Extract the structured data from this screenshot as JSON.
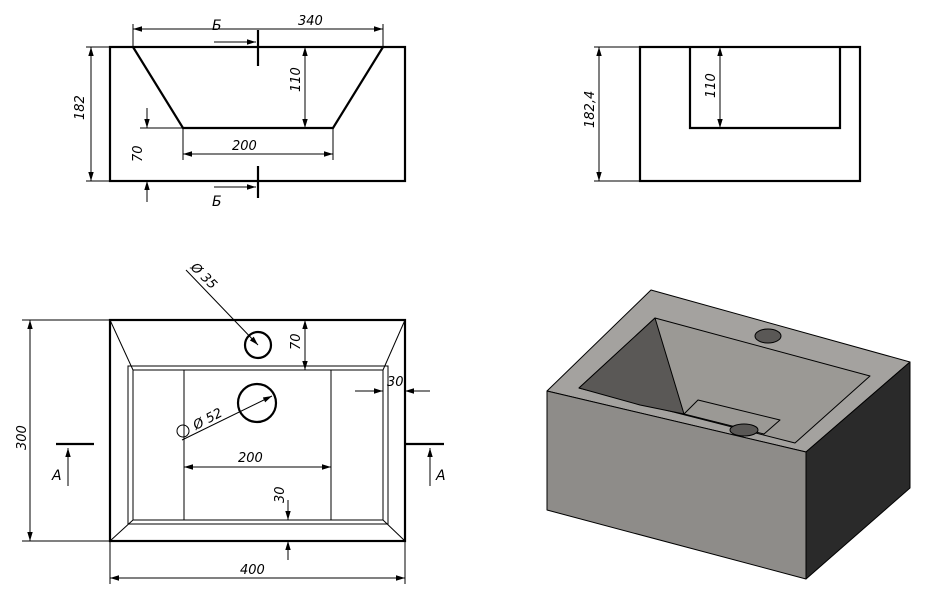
{
  "front_view": {
    "section_mark": "Б",
    "dims": {
      "top_width": "340",
      "inner_depth": "110",
      "height": "182",
      "bottom_offset": "70",
      "bottom_width": "200"
    }
  },
  "side_view": {
    "dims": {
      "height": "182,4",
      "inner_depth": "110"
    }
  },
  "top_view": {
    "section_mark": "А",
    "dims": {
      "tap_hole_diameter": "Ø 35",
      "drain_diameter": "Ø 52",
      "tap_offset": "70",
      "wall": "30",
      "depth": "300",
      "inner_width": "200",
      "bottom_wall": "30",
      "width": "400"
    }
  },
  "colors": {
    "body_front": "#8e8c89",
    "body_side": "#2a2a2a",
    "rim_top": "#a4a29f",
    "basin_inner": "#9b9995",
    "basin_shadow": "#5a5856"
  }
}
